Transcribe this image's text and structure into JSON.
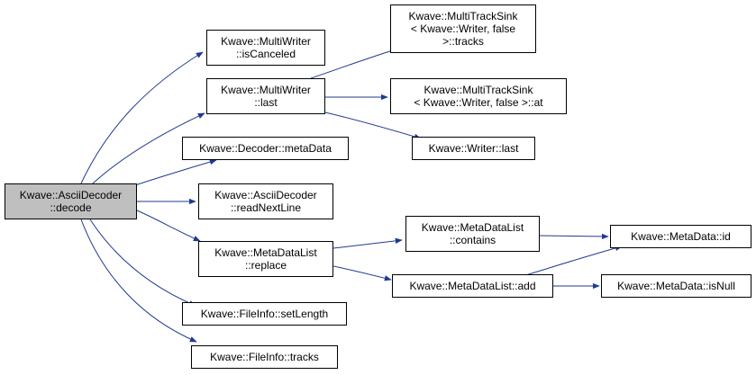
{
  "colors": {
    "edge": "#1f3a93",
    "root_fill": "#bfbfbf",
    "node_fill": "#ffffff",
    "node_border": "#000000"
  },
  "nodes": {
    "root": [
      "Kwave::AsciiDecoder",
      "::decode"
    ],
    "is_canceled": [
      "Kwave::MultiWriter",
      "::isCanceled"
    ],
    "multiwriter_last": [
      "Kwave::MultiWriter",
      "::last"
    ],
    "decoder_metadata": [
      "Kwave::Decoder::metaData"
    ],
    "read_next_line": [
      "Kwave::AsciiDecoder",
      "::readNextLine"
    ],
    "metadatalist_replace": [
      "Kwave::MetaDataList",
      "::replace"
    ],
    "fileinfo_set_length": [
      "Kwave::FileInfo::setLength"
    ],
    "fileinfo_tracks": [
      "Kwave::FileInfo::tracks"
    ],
    "multitracksink_tracks": [
      "Kwave::MultiTrackSink",
      "< Kwave::Writer, false",
      ">::tracks"
    ],
    "multitracksink_at": [
      "Kwave::MultiTrackSink",
      "< Kwave::Writer, false >::at"
    ],
    "writer_last": [
      "Kwave::Writer::last"
    ],
    "metadatalist_contains": [
      "Kwave::MetaDataList",
      "::contains"
    ],
    "metadatalist_add": [
      "Kwave::MetaDataList::add"
    ],
    "metadata_id": [
      "Kwave::MetaData::id"
    ],
    "metadata_is_null": [
      "Kwave::MetaData::isNull"
    ]
  }
}
